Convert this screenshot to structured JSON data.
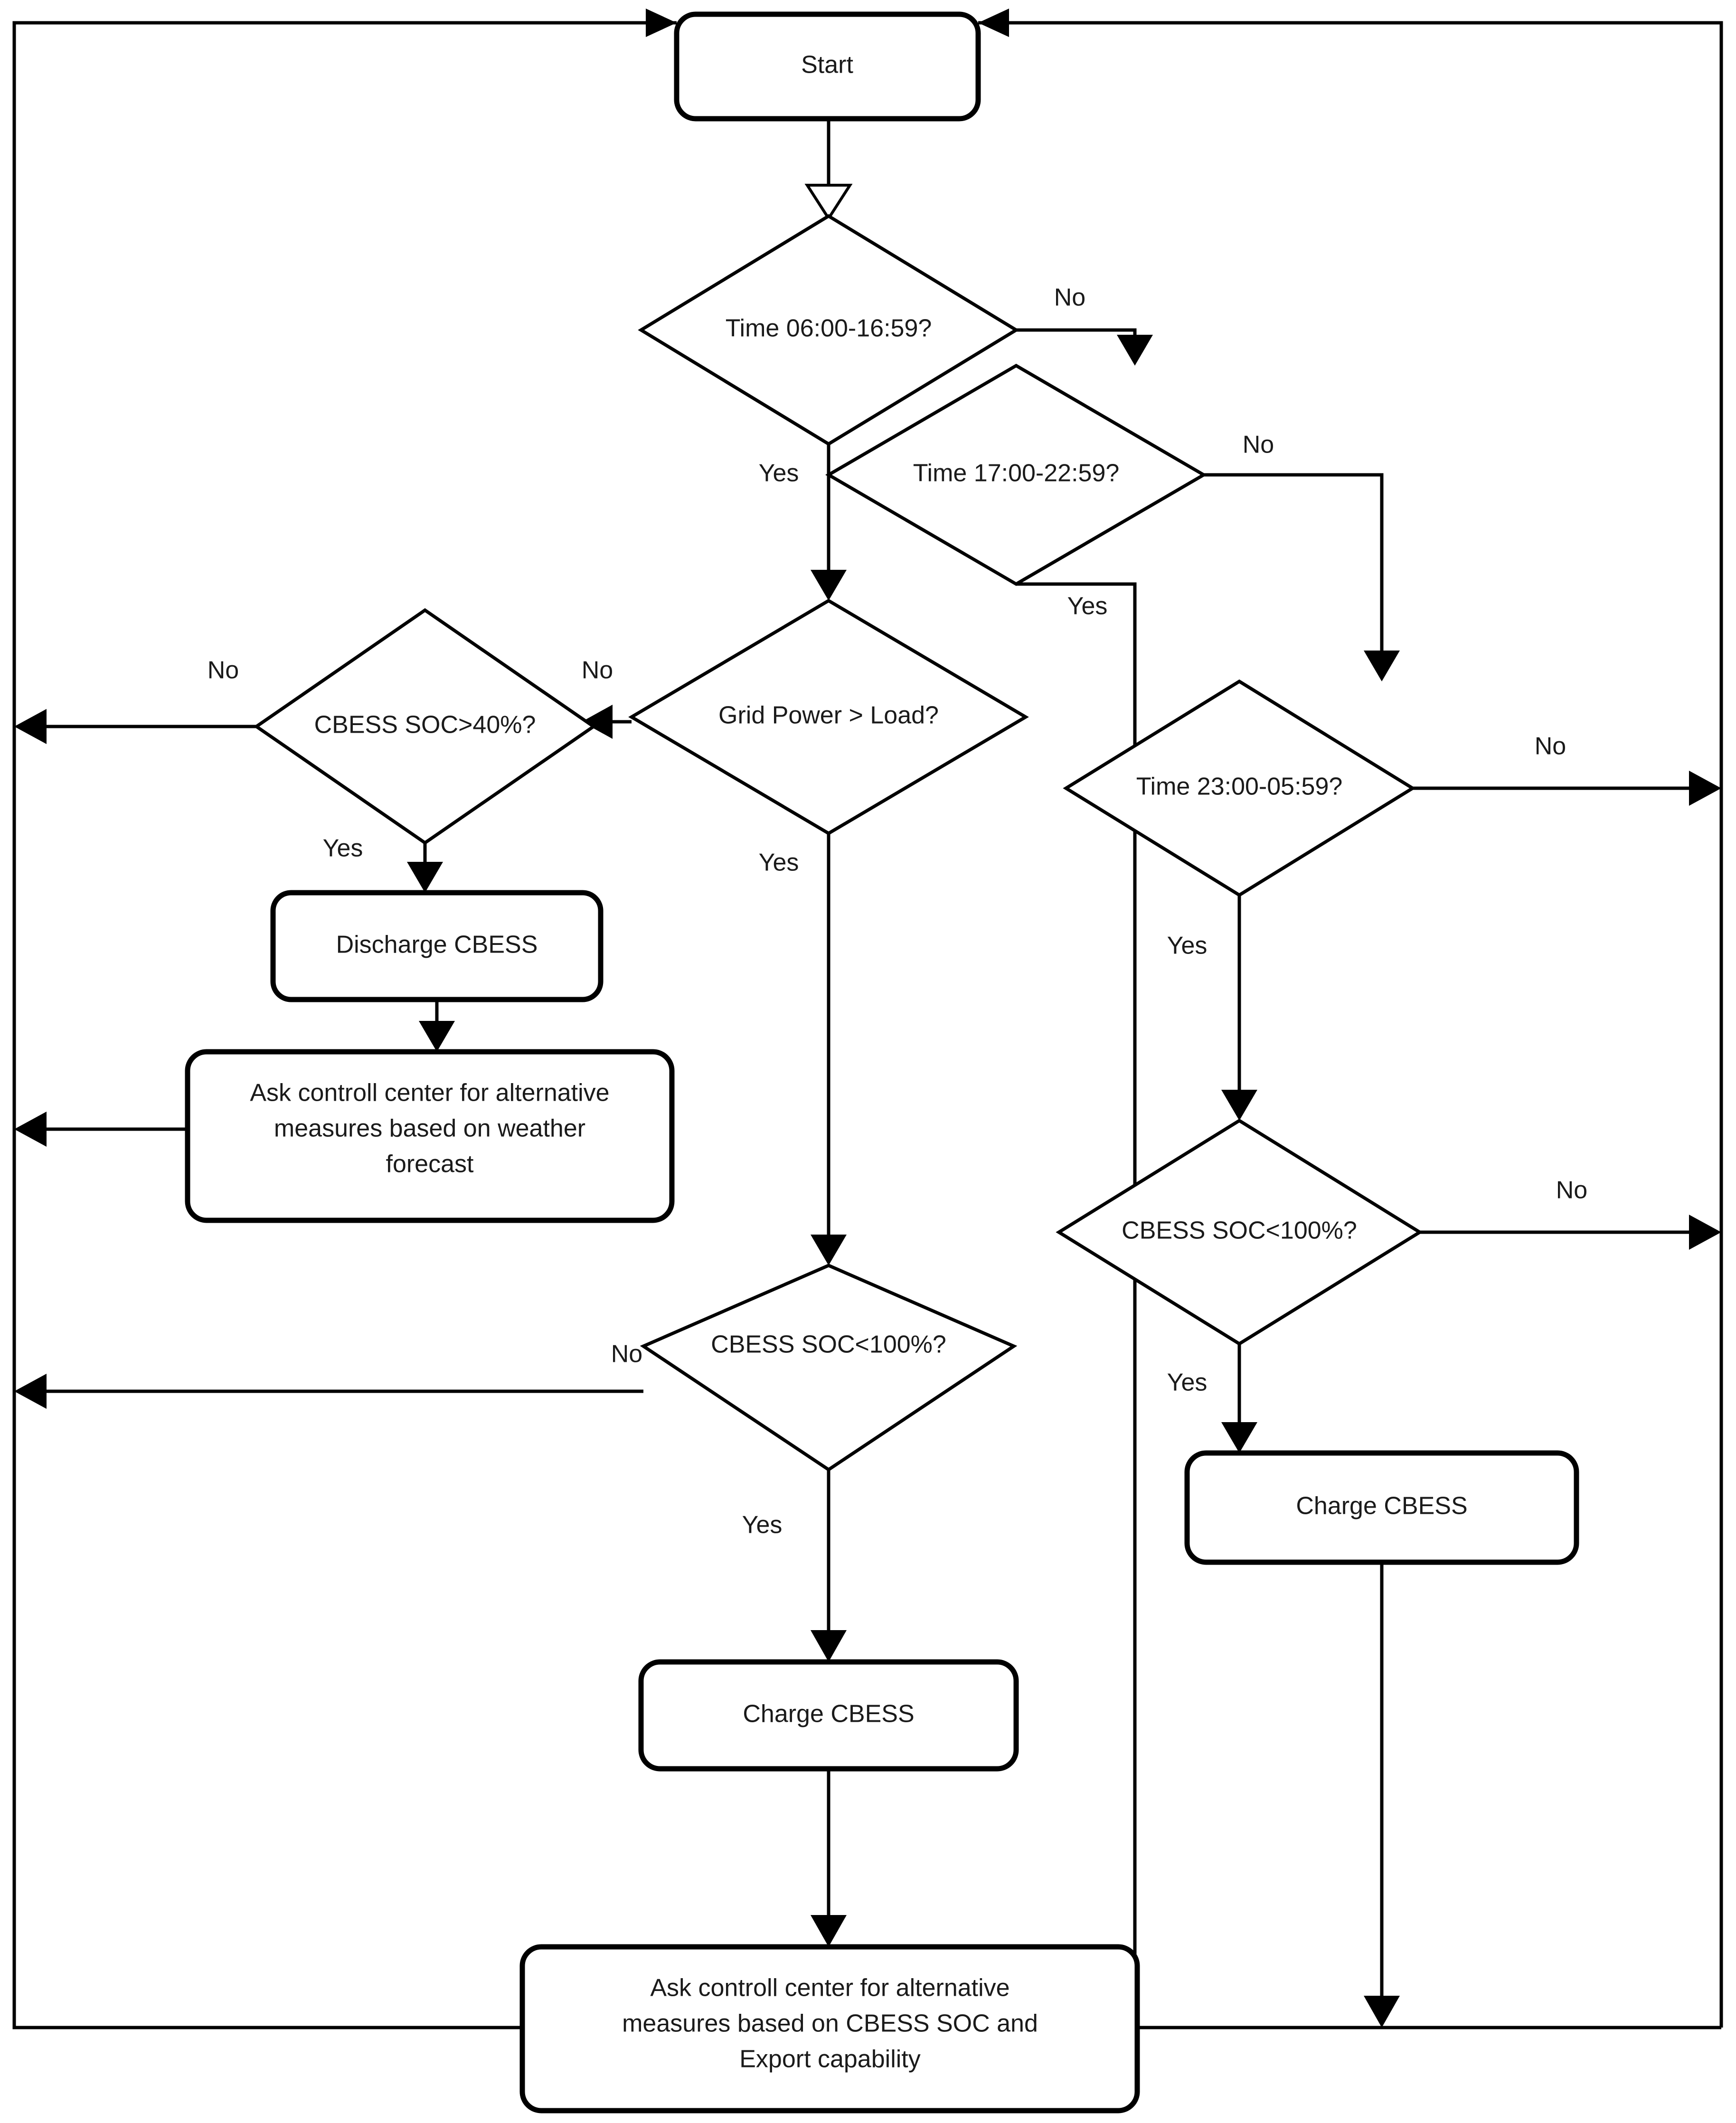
{
  "diagram": {
    "type": "flowchart",
    "title": "CBESS time-of-day dispatch decision flowchart",
    "colors": {
      "background": "#ffffff",
      "stroke": "#000000",
      "text": "#1a1a1a"
    },
    "nodes": {
      "start": {
        "label": "Start",
        "shape": "rounded-rect"
      },
      "time_morning": {
        "label": "Time 06:00-16:59?",
        "shape": "diamond"
      },
      "time_evening": {
        "label": "Time 17:00-22:59?",
        "shape": "diamond"
      },
      "time_night": {
        "label": "Time 23:00-05:59?",
        "shape": "diamond"
      },
      "grid_power": {
        "label": "Grid Power > Load?",
        "shape": "diamond"
      },
      "soc_gt_40": {
        "label": "CBESS SOC>40%?",
        "shape": "diamond"
      },
      "soc_lt_100_mid": {
        "label": "CBESS SOC<100%?",
        "shape": "diamond"
      },
      "soc_lt_100_right": {
        "label": "CBESS SOC<100%?",
        "shape": "diamond"
      },
      "discharge": {
        "label": "Discharge CBESS",
        "shape": "rounded-rect"
      },
      "charge_mid": {
        "label": "Charge CBESS",
        "shape": "rounded-rect"
      },
      "charge_right": {
        "label": "Charge CBESS",
        "shape": "rounded-rect"
      },
      "ask_weather": {
        "shape": "rounded-rect",
        "lines": [
          "Ask controll center for alternative",
          "measures based on weather",
          "forecast"
        ]
      },
      "ask_export": {
        "shape": "rounded-rect",
        "lines": [
          "Ask controll center for alternative",
          "measures based on CBESS SOC and",
          "Export capability"
        ]
      }
    },
    "edge_labels": {
      "morning_no": "No",
      "morning_yes": "Yes",
      "evening_no": "No",
      "evening_yes": "Yes",
      "night_no": "No",
      "night_yes": "Yes",
      "grid_no": "No",
      "grid_yes": "Yes",
      "soc40_no": "No",
      "soc40_yes": "Yes",
      "soc100_mid_no": "No",
      "soc100_mid_yes": "Yes",
      "soc100_right_no": "No",
      "soc100_right_yes": "Yes"
    }
  }
}
